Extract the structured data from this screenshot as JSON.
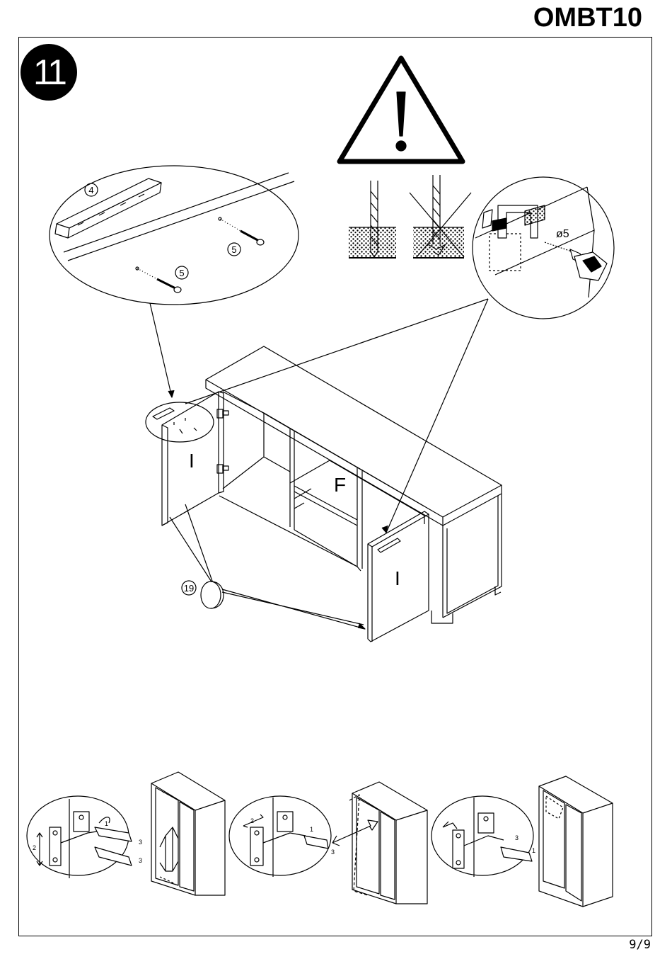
{
  "header": {
    "model_code": "OMBT10"
  },
  "step": {
    "number": "11"
  },
  "parts": {
    "handle_number": "4",
    "screw_number": "5",
    "knob_number": "19",
    "drill_diameter": "ø5",
    "door_label": "I",
    "shelf_label": "F"
  },
  "hinge_adjust": {
    "direction_2": "2",
    "screw_1": "1",
    "screw_3": "3"
  },
  "footer": {
    "page": "9/9"
  },
  "icons": [
    "warning-triangle-icon",
    "drill-bit-icon",
    "drill-bit-crossed-icon",
    "power-drill-icon",
    "hinge-icon"
  ]
}
